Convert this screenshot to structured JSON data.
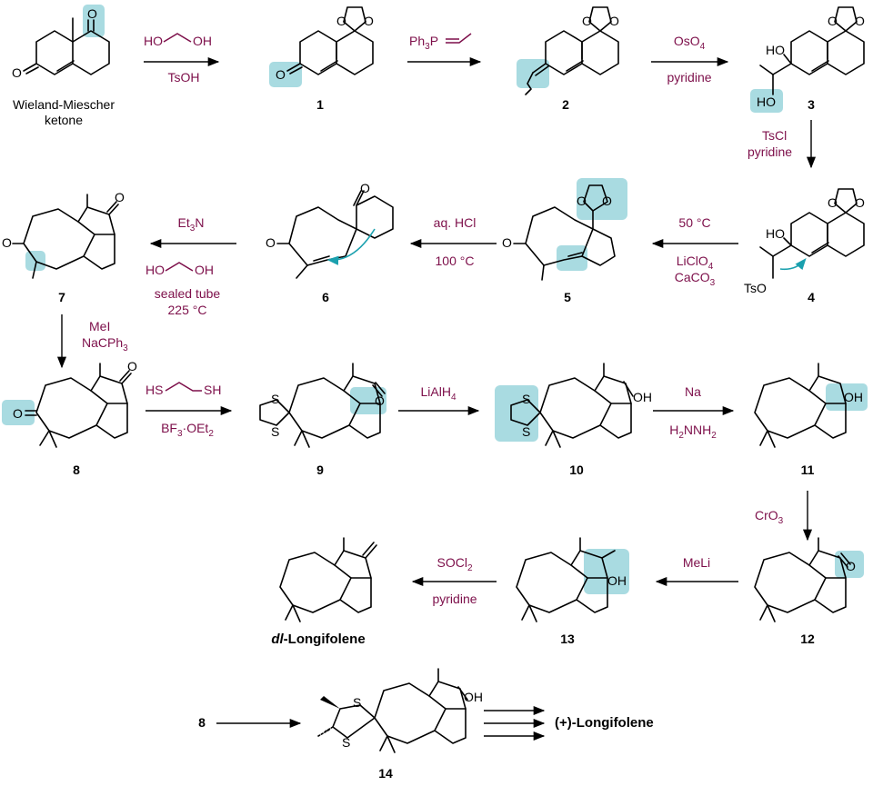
{
  "start_name": [
    "Wieland-Miescher",
    "ketone"
  ],
  "compounds": [
    "1",
    "2",
    "3",
    "4",
    "5",
    "6",
    "7",
    "8",
    "9",
    "10",
    "11",
    "12",
    "13",
    "14"
  ],
  "final_racemic": [
    "dl",
    "-Longifolene"
  ],
  "final_chiral": "(+)-Longifolene",
  "start_label": "8",
  "reagents": {
    "step1": {
      "top": [
        "HO",
        "OH"
      ],
      "bottom": "TsOH"
    },
    "step2": {
      "top": [
        "Ph",
        "3",
        "P"
      ]
    },
    "step3": {
      "top": [
        "OsO",
        "4"
      ],
      "bottom": "pyridine"
    },
    "step4": {
      "top": "TsCl",
      "bottom": "pyridine"
    },
    "step5": {
      "top": "50 °C",
      "bottom1": [
        "LiClO",
        "4"
      ],
      "bottom2": [
        "CaCO",
        "3"
      ]
    },
    "step6": {
      "top": "aq. HCl",
      "bottom": "100 °C"
    },
    "step7": {
      "top": [
        "Et",
        "3",
        "N"
      ],
      "mid": [
        "HO",
        "OH"
      ],
      "bottom1": "sealed tube",
      "bottom2": "225 °C"
    },
    "step8": {
      "top": "MeI",
      "bottom": [
        "NaCPh",
        "3"
      ]
    },
    "step9": {
      "top": [
        "HS",
        "SH"
      ],
      "bottom": [
        "BF",
        "3",
        "·OEt",
        "2"
      ]
    },
    "step10": {
      "top": [
        "LiAlH",
        "4"
      ]
    },
    "step11": {
      "top": "Na",
      "bottom": [
        "H",
        "2",
        "NNH",
        "2"
      ]
    },
    "step12": {
      "top": [
        "CrO",
        "3"
      ]
    },
    "step13": {
      "top": "MeLi"
    },
    "step14": {
      "top": [
        "SOCl",
        "2"
      ],
      "bottom": "pyridine"
    }
  },
  "atoms": {
    "O": "O",
    "S": "S",
    "HO": "HO",
    "OH": "OH",
    "TsO": "TsO"
  },
  "colors": {
    "highlight": "#a9dbe1",
    "reagent": "#7d0f4a",
    "curly_arrow": "#1aa0ae"
  }
}
